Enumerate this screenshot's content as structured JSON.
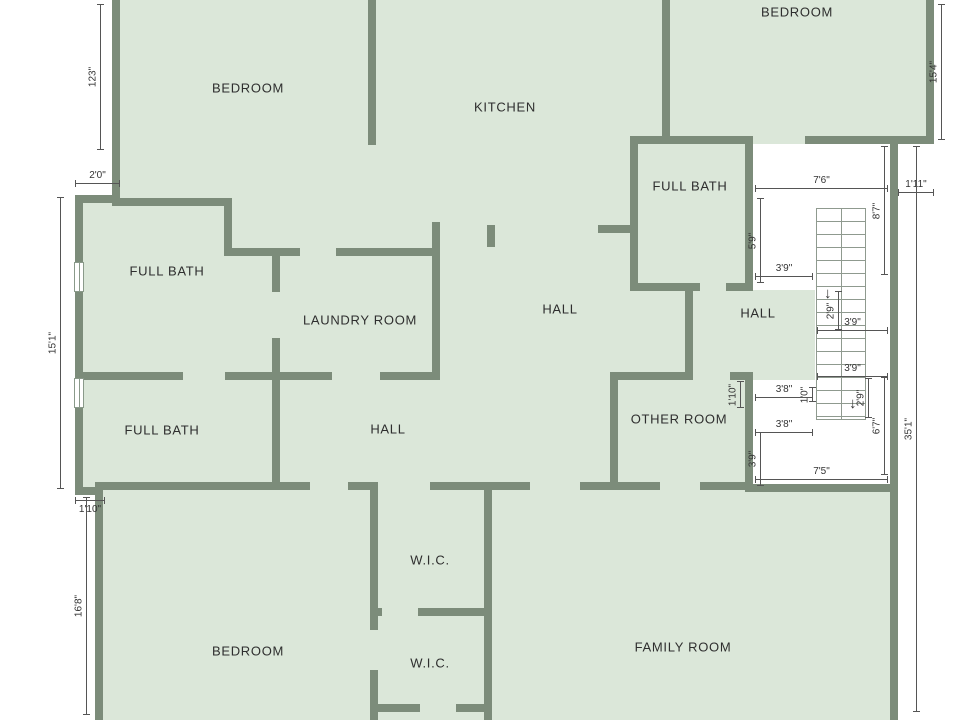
{
  "colors": {
    "room_fill": "#dbe7d9",
    "wall": "#7c8c7a",
    "dimension": "#3a3a3a"
  },
  "rooms": [
    {
      "id": "bedroom-top-left",
      "label": "BEDROOM"
    },
    {
      "id": "kitchen",
      "label": "KITCHEN"
    },
    {
      "id": "bedroom-top-right",
      "label": "BEDROOM"
    },
    {
      "id": "full-bath-right",
      "label": "FULL BATH"
    },
    {
      "id": "full-bath-upper-left",
      "label": "FULL BATH"
    },
    {
      "id": "laundry-room",
      "label": "LAUNDRY ROOM"
    },
    {
      "id": "hall-center",
      "label": "HALL"
    },
    {
      "id": "hall-right",
      "label": "HALL"
    },
    {
      "id": "full-bath-lower-left",
      "label": "FULL BATH"
    },
    {
      "id": "hall-lower",
      "label": "HALL"
    },
    {
      "id": "other-room",
      "label": "OTHER ROOM"
    },
    {
      "id": "wic-upper",
      "label": "W.I.C."
    },
    {
      "id": "wic-lower",
      "label": "W.I.C."
    },
    {
      "id": "bedroom-bottom-left",
      "label": "BEDROOM"
    },
    {
      "id": "family-room",
      "label": "FAMILY ROOM"
    }
  ],
  "dims": [
    {
      "text": "123\""
    },
    {
      "text": "15'4\""
    },
    {
      "text": "2'0\""
    },
    {
      "text": "15'1\""
    },
    {
      "text": "1'10\""
    },
    {
      "text": "16'8\""
    },
    {
      "text": "1'11\""
    },
    {
      "text": "35'1\""
    },
    {
      "text": "7'6\""
    },
    {
      "text": "5'9\""
    },
    {
      "text": "8'7\""
    },
    {
      "text": "3'9\""
    },
    {
      "text": "2'9\""
    },
    {
      "text": "3'9\""
    },
    {
      "text": "3'9\""
    },
    {
      "text": "2'9\""
    },
    {
      "text": "1'10\""
    },
    {
      "text": "1'0\""
    },
    {
      "text": "3'8\""
    },
    {
      "text": "3'8\""
    },
    {
      "text": "6'7\""
    },
    {
      "text": "3'9\""
    },
    {
      "text": "7'5\""
    }
  ],
  "stairs": {
    "down_arrow": "↓"
  }
}
